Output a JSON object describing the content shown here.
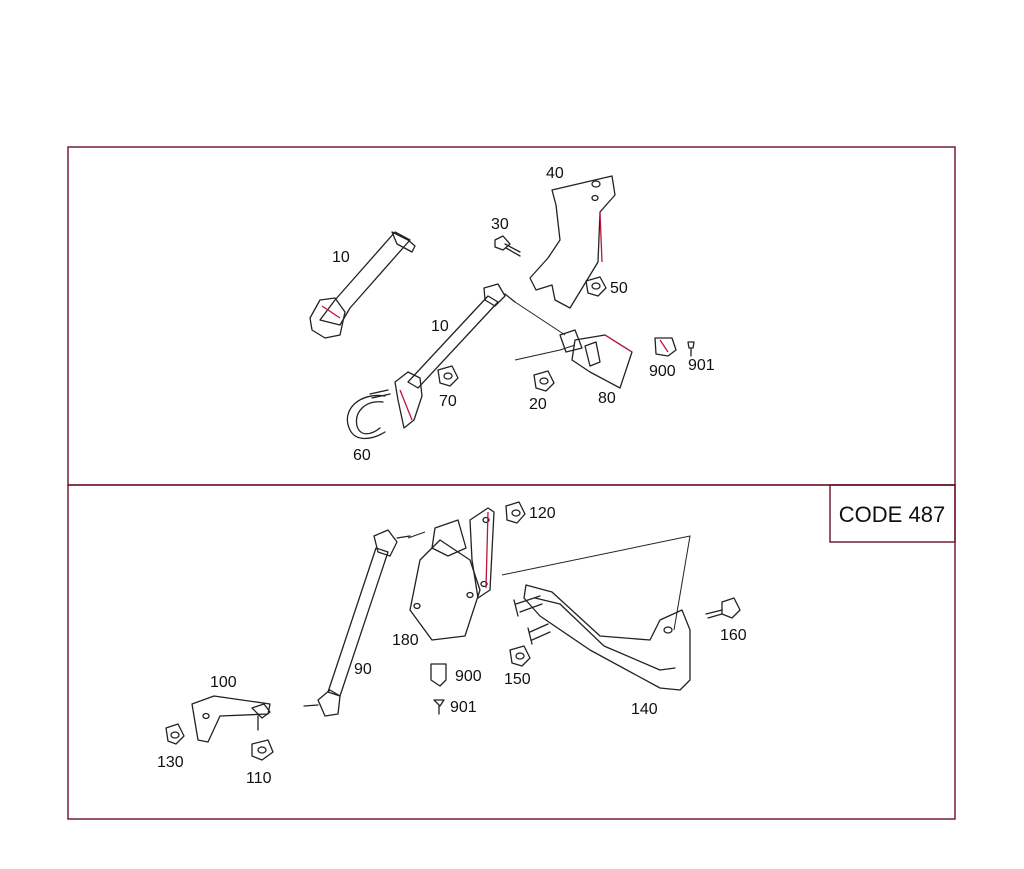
{
  "code_box": "CODE 487",
  "top_section": {
    "labels": {
      "p10a": "10",
      "p30": "30",
      "p40": "40",
      "p50": "50",
      "p10b": "10",
      "p70": "70",
      "p20": "20",
      "p80": "80",
      "p900": "900",
      "p901": "901",
      "p60": "60"
    }
  },
  "bottom_section": {
    "labels": {
      "p120": "120",
      "p180": "180",
      "p90": "90",
      "p900": "900",
      "p901": "901",
      "p100": "100",
      "p130": "130",
      "p110": "110",
      "p150": "150",
      "p160": "160",
      "p140": "140"
    }
  },
  "colors": {
    "frame": "#6b0f24",
    "accent": "#c0143c",
    "ink": "#222222"
  }
}
